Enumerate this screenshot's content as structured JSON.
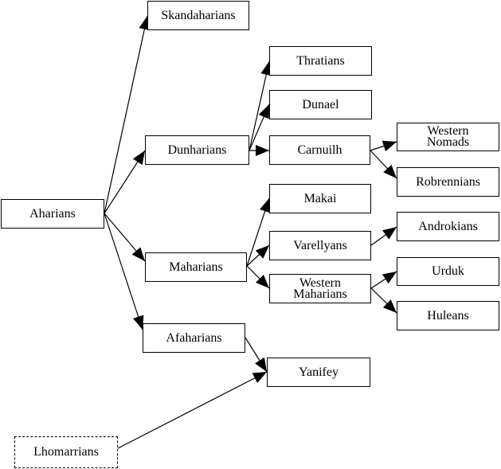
{
  "nodes": {
    "aharians": {
      "label": "Aharians",
      "style": "solid"
    },
    "skandaharians": {
      "label": "Skandaharians",
      "style": "solid"
    },
    "dunharians": {
      "label": "Dunharians",
      "style": "solid"
    },
    "maharians": {
      "label": "Maharians",
      "style": "solid"
    },
    "afaharians": {
      "label": "Afaharians",
      "style": "solid"
    },
    "lhomarrians": {
      "label": "Lhomarrians",
      "style": "dashed"
    },
    "thratians": {
      "label": "Thratians",
      "style": "solid"
    },
    "dunael": {
      "label": "Dunael",
      "style": "solid"
    },
    "carnuilh": {
      "label": "Carnuilh",
      "style": "solid"
    },
    "makai": {
      "label": "Makai",
      "style": "solid"
    },
    "varellyans": {
      "label": "Varellyans",
      "style": "solid"
    },
    "western_maharians": {
      "label_line1": "Western",
      "label_line2": "Maharians",
      "style": "solid"
    },
    "yanifey": {
      "label": "Yanifey",
      "style": "solid"
    },
    "western_nomads": {
      "label_line1": "Western",
      "label_line2": "Nomads",
      "style": "solid"
    },
    "robrennians": {
      "label": "Robrennians",
      "style": "solid"
    },
    "androkians": {
      "label": "Androkians",
      "style": "solid"
    },
    "urduk": {
      "label": "Urduk",
      "style": "solid"
    },
    "huleans": {
      "label": "Huleans",
      "style": "solid"
    }
  },
  "edges": [
    {
      "from": "aharians",
      "to": "skandaharians"
    },
    {
      "from": "aharians",
      "to": "dunharians"
    },
    {
      "from": "aharians",
      "to": "maharians"
    },
    {
      "from": "aharians",
      "to": "afaharians"
    },
    {
      "from": "dunharians",
      "to": "thratians"
    },
    {
      "from": "dunharians",
      "to": "dunael"
    },
    {
      "from": "dunharians",
      "to": "carnuilh"
    },
    {
      "from": "carnuilh",
      "to": "western_nomads"
    },
    {
      "from": "carnuilh",
      "to": "robrennians"
    },
    {
      "from": "maharians",
      "to": "makai"
    },
    {
      "from": "maharians",
      "to": "varellyans"
    },
    {
      "from": "maharians",
      "to": "western_maharians"
    },
    {
      "from": "varellyans",
      "to": "androkians"
    },
    {
      "from": "western_maharians",
      "to": "urduk"
    },
    {
      "from": "western_maharians",
      "to": "huleans"
    },
    {
      "from": "afaharians",
      "to": "yanifey"
    },
    {
      "from": "lhomarrians",
      "to": "yanifey"
    }
  ],
  "colors": {
    "line": "#000000",
    "box_fill": "#ffffff",
    "text": "#000000"
  }
}
